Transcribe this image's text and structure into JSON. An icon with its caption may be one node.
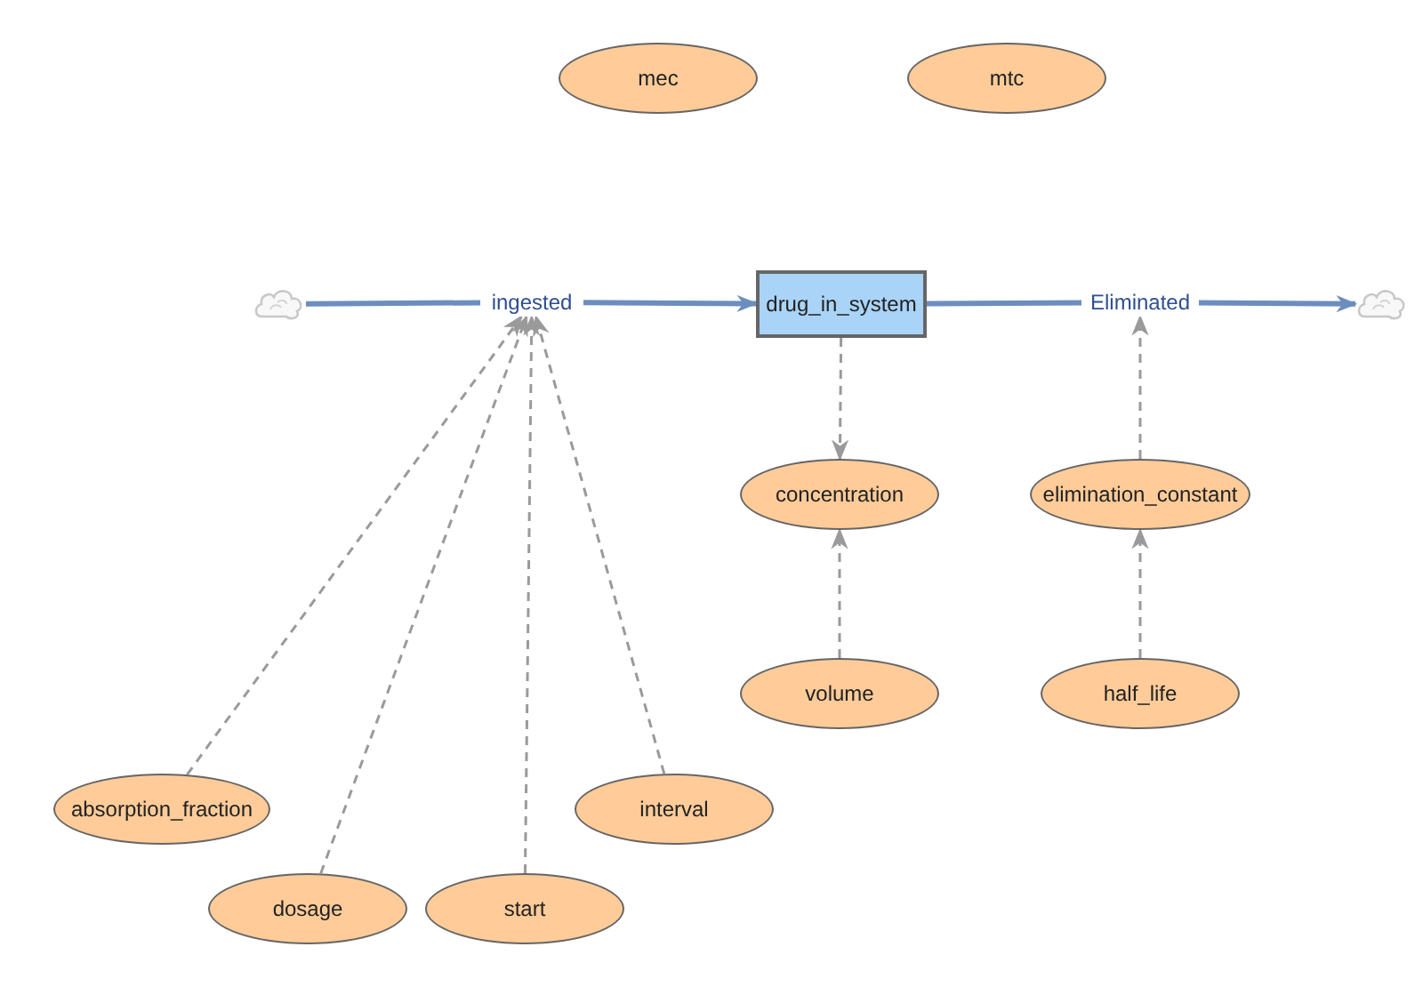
{
  "diagram": {
    "nodes": [
      {
        "text": [
          "mec"
        ]
      },
      {
        "text": [
          "mtc"
        ]
      },
      {
        "text": [],
        "shape": "cloud"
      },
      {
        "text": [
          "ingested"
        ]
      },
      {
        "text": [
          "drug_in_system"
        ]
      },
      {
        "text": [
          "Eliminated"
        ]
      },
      {
        "text": [],
        "shape": "cloud"
      },
      {
        "text": [
          "concentration"
        ]
      },
      {
        "text": [
          "elimination_constant"
        ]
      },
      {
        "text": [
          "volume"
        ]
      },
      {
        "text": [
          "half_life"
        ]
      },
      {
        "text": [
          "absorption_fraction"
        ]
      },
      {
        "text": [
          "interval"
        ]
      },
      {
        "text": [
          "dosage"
        ]
      },
      {
        "text": [
          "start"
        ]
      }
    ],
    "edges": [
      {
        "from": 2,
        "to": 3,
        "arrow": "none",
        "style": "thick",
        "color": "#6c8ebf"
      },
      {
        "from": 3,
        "to": 4,
        "arrow": "to",
        "style": "thick",
        "color": "#6c8ebf"
      },
      {
        "from": 4,
        "to": 5,
        "arrow": "none",
        "style": "thick",
        "color": "#6c8ebf"
      },
      {
        "from": 5,
        "to": 6,
        "arrow": "to",
        "style": "thick",
        "color": "#6c8ebf"
      },
      {
        "from": 4,
        "to": 7,
        "arrow": "to",
        "style": "dashed"
      },
      {
        "from": 9,
        "to": 7,
        "arrow": "to",
        "style": "dashed"
      },
      {
        "from": 10,
        "to": 8,
        "arrow": "to",
        "style": "dashed"
      },
      {
        "from": 8,
        "to": 5,
        "arrow": "to",
        "style": "dashed"
      },
      {
        "from": 11,
        "to": 3,
        "arrow": "to",
        "style": "dashed"
      },
      {
        "from": 13,
        "to": 3,
        "arrow": "to",
        "style": "dashed"
      },
      {
        "from": 14,
        "to": 3,
        "arrow": "to",
        "style": "dashed"
      },
      {
        "from": 12,
        "to": 3,
        "arrow": "to",
        "style": "dashed"
      }
    ]
  }
}
